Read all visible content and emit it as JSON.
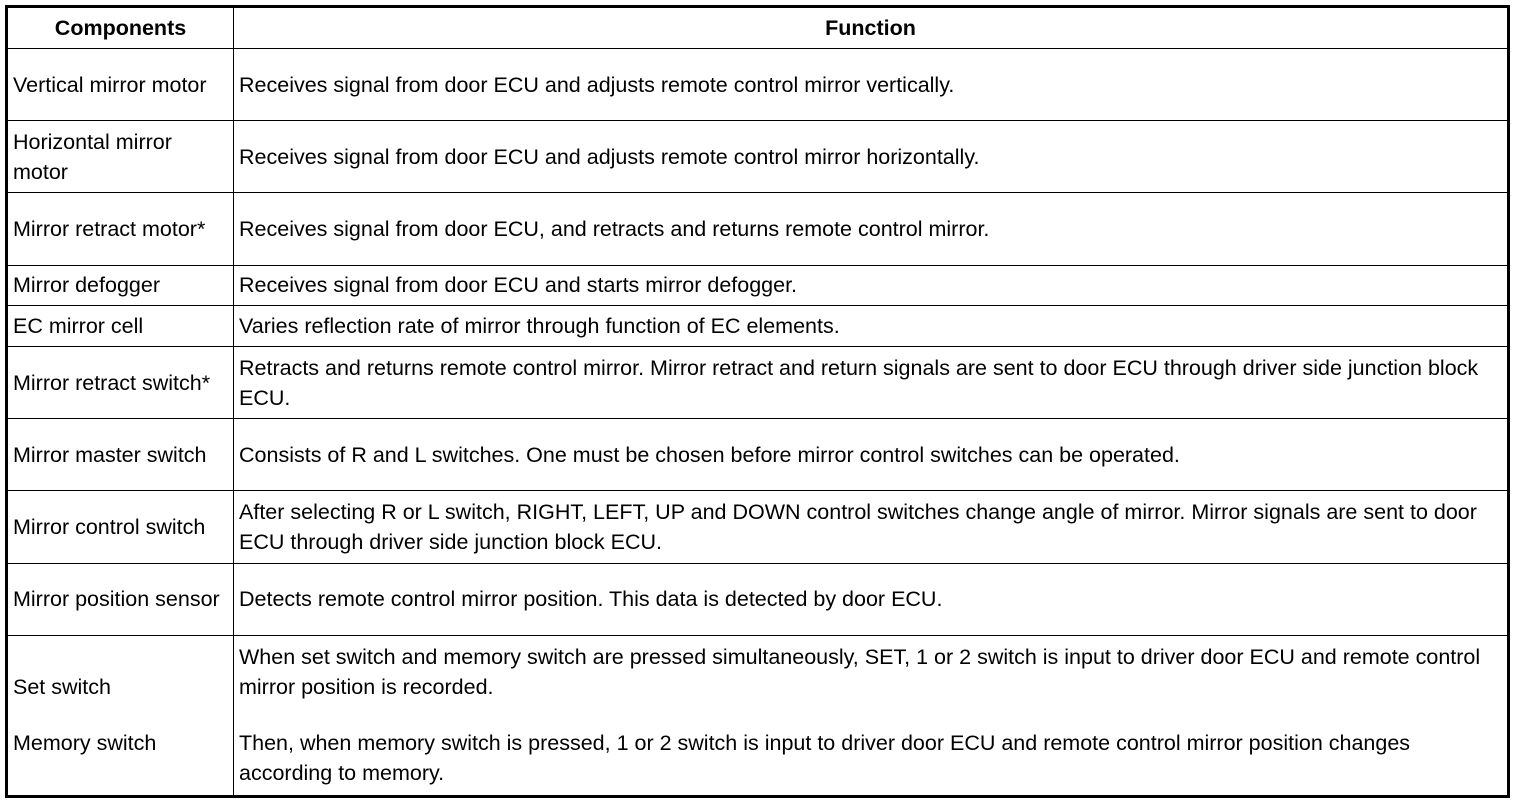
{
  "table": {
    "headers": [
      "Components",
      "Function"
    ],
    "rows": [
      {
        "component": "Vertical mirror motor",
        "function": "Receives signal from door ECU and adjusts remote control mirror vertically."
      },
      {
        "component": "Horizontal mirror motor",
        "function": "Receives signal from door ECU and adjusts remote control mirror horizontally."
      },
      {
        "component": "Mirror retract motor*",
        "function": "Receives signal from door ECU, and retracts and returns remote control mirror."
      },
      {
        "component": "Mirror defogger",
        "function": "Receives signal from door ECU and starts mirror defogger."
      },
      {
        "component": "EC mirror cell",
        "function": "Varies reflection rate of mirror through function of EC elements."
      },
      {
        "component": "Mirror retract switch*",
        "function": "Retracts and returns remote control mirror. Mirror retract and return signals are sent to door ECU through driver side junction block ECU."
      },
      {
        "component": "Mirror master switch",
        "function": "Consists of R and L switches. One must be chosen before mirror control switches can be operated."
      },
      {
        "component": "Mirror control switch",
        "function": "After selecting R or L switch, RIGHT, LEFT, UP and DOWN control switches change angle of mirror. Mirror signals are sent to door ECU through driver side junction block ECU."
      },
      {
        "component": "Mirror position sensor",
        "function": "Detects remote control mirror position. This data is detected by door ECU."
      }
    ],
    "last_row": {
      "components": [
        "Set switch",
        "Memory switch"
      ],
      "functions": [
        "When set switch and memory switch are pressed simultaneously, SET, 1 or 2 switch is input to driver door ECU and remote control mirror position is recorded.",
        "Then, when memory switch is pressed, 1 or 2 switch is input to driver door ECU and remote control mirror position changes according to memory."
      ]
    }
  }
}
